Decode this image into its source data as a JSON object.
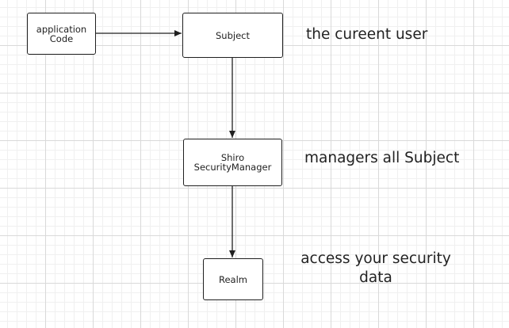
{
  "diagram": {
    "nodes": {
      "application_code": "application\nCode",
      "subject": "Subject",
      "security_manager": "Shiro\nSecurityManager",
      "realm": "Realm"
    },
    "annotations": {
      "subject": "the cureent user",
      "security_manager": "managers all Subject",
      "realm": "access your security\ndata"
    },
    "edges": [
      {
        "from": "application_code",
        "to": "subject"
      },
      {
        "from": "subject",
        "to": "security_manager"
      },
      {
        "from": "security_manager",
        "to": "realm"
      }
    ],
    "colors": {
      "stroke": "#1f1f1f",
      "text": "#222222",
      "grid": "#d9d9d9",
      "background": "#ffffff"
    }
  }
}
